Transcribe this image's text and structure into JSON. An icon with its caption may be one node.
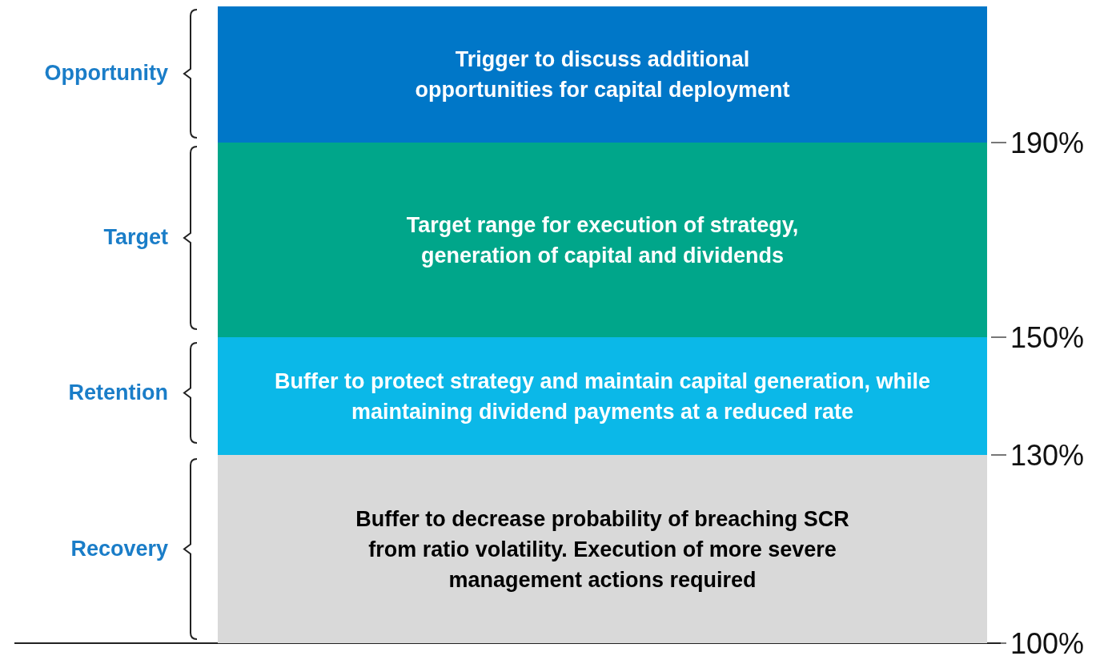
{
  "diagram": {
    "nodes": [
      {
        "text": [
          "Trigger to discuss additional opportunities for capital deployment"
        ]
      },
      {
        "text": [
          "Target range for execution of strategy, generation of capital and dividends"
        ]
      },
      {
        "text": [
          "Buffer to protect strategy and maintain capital generation, while maintaining dividend payments at a reduced rate"
        ]
      },
      {
        "text": [
          "Buffer to decrease probability of breaching SCR from ratio volatility. Execution of more severe management actions required"
        ]
      }
    ],
    "labels": [
      "Opportunity",
      "190%",
      "Target",
      "150%",
      "Retention",
      "130%",
      "Recovery",
      "100%"
    ]
  }
}
